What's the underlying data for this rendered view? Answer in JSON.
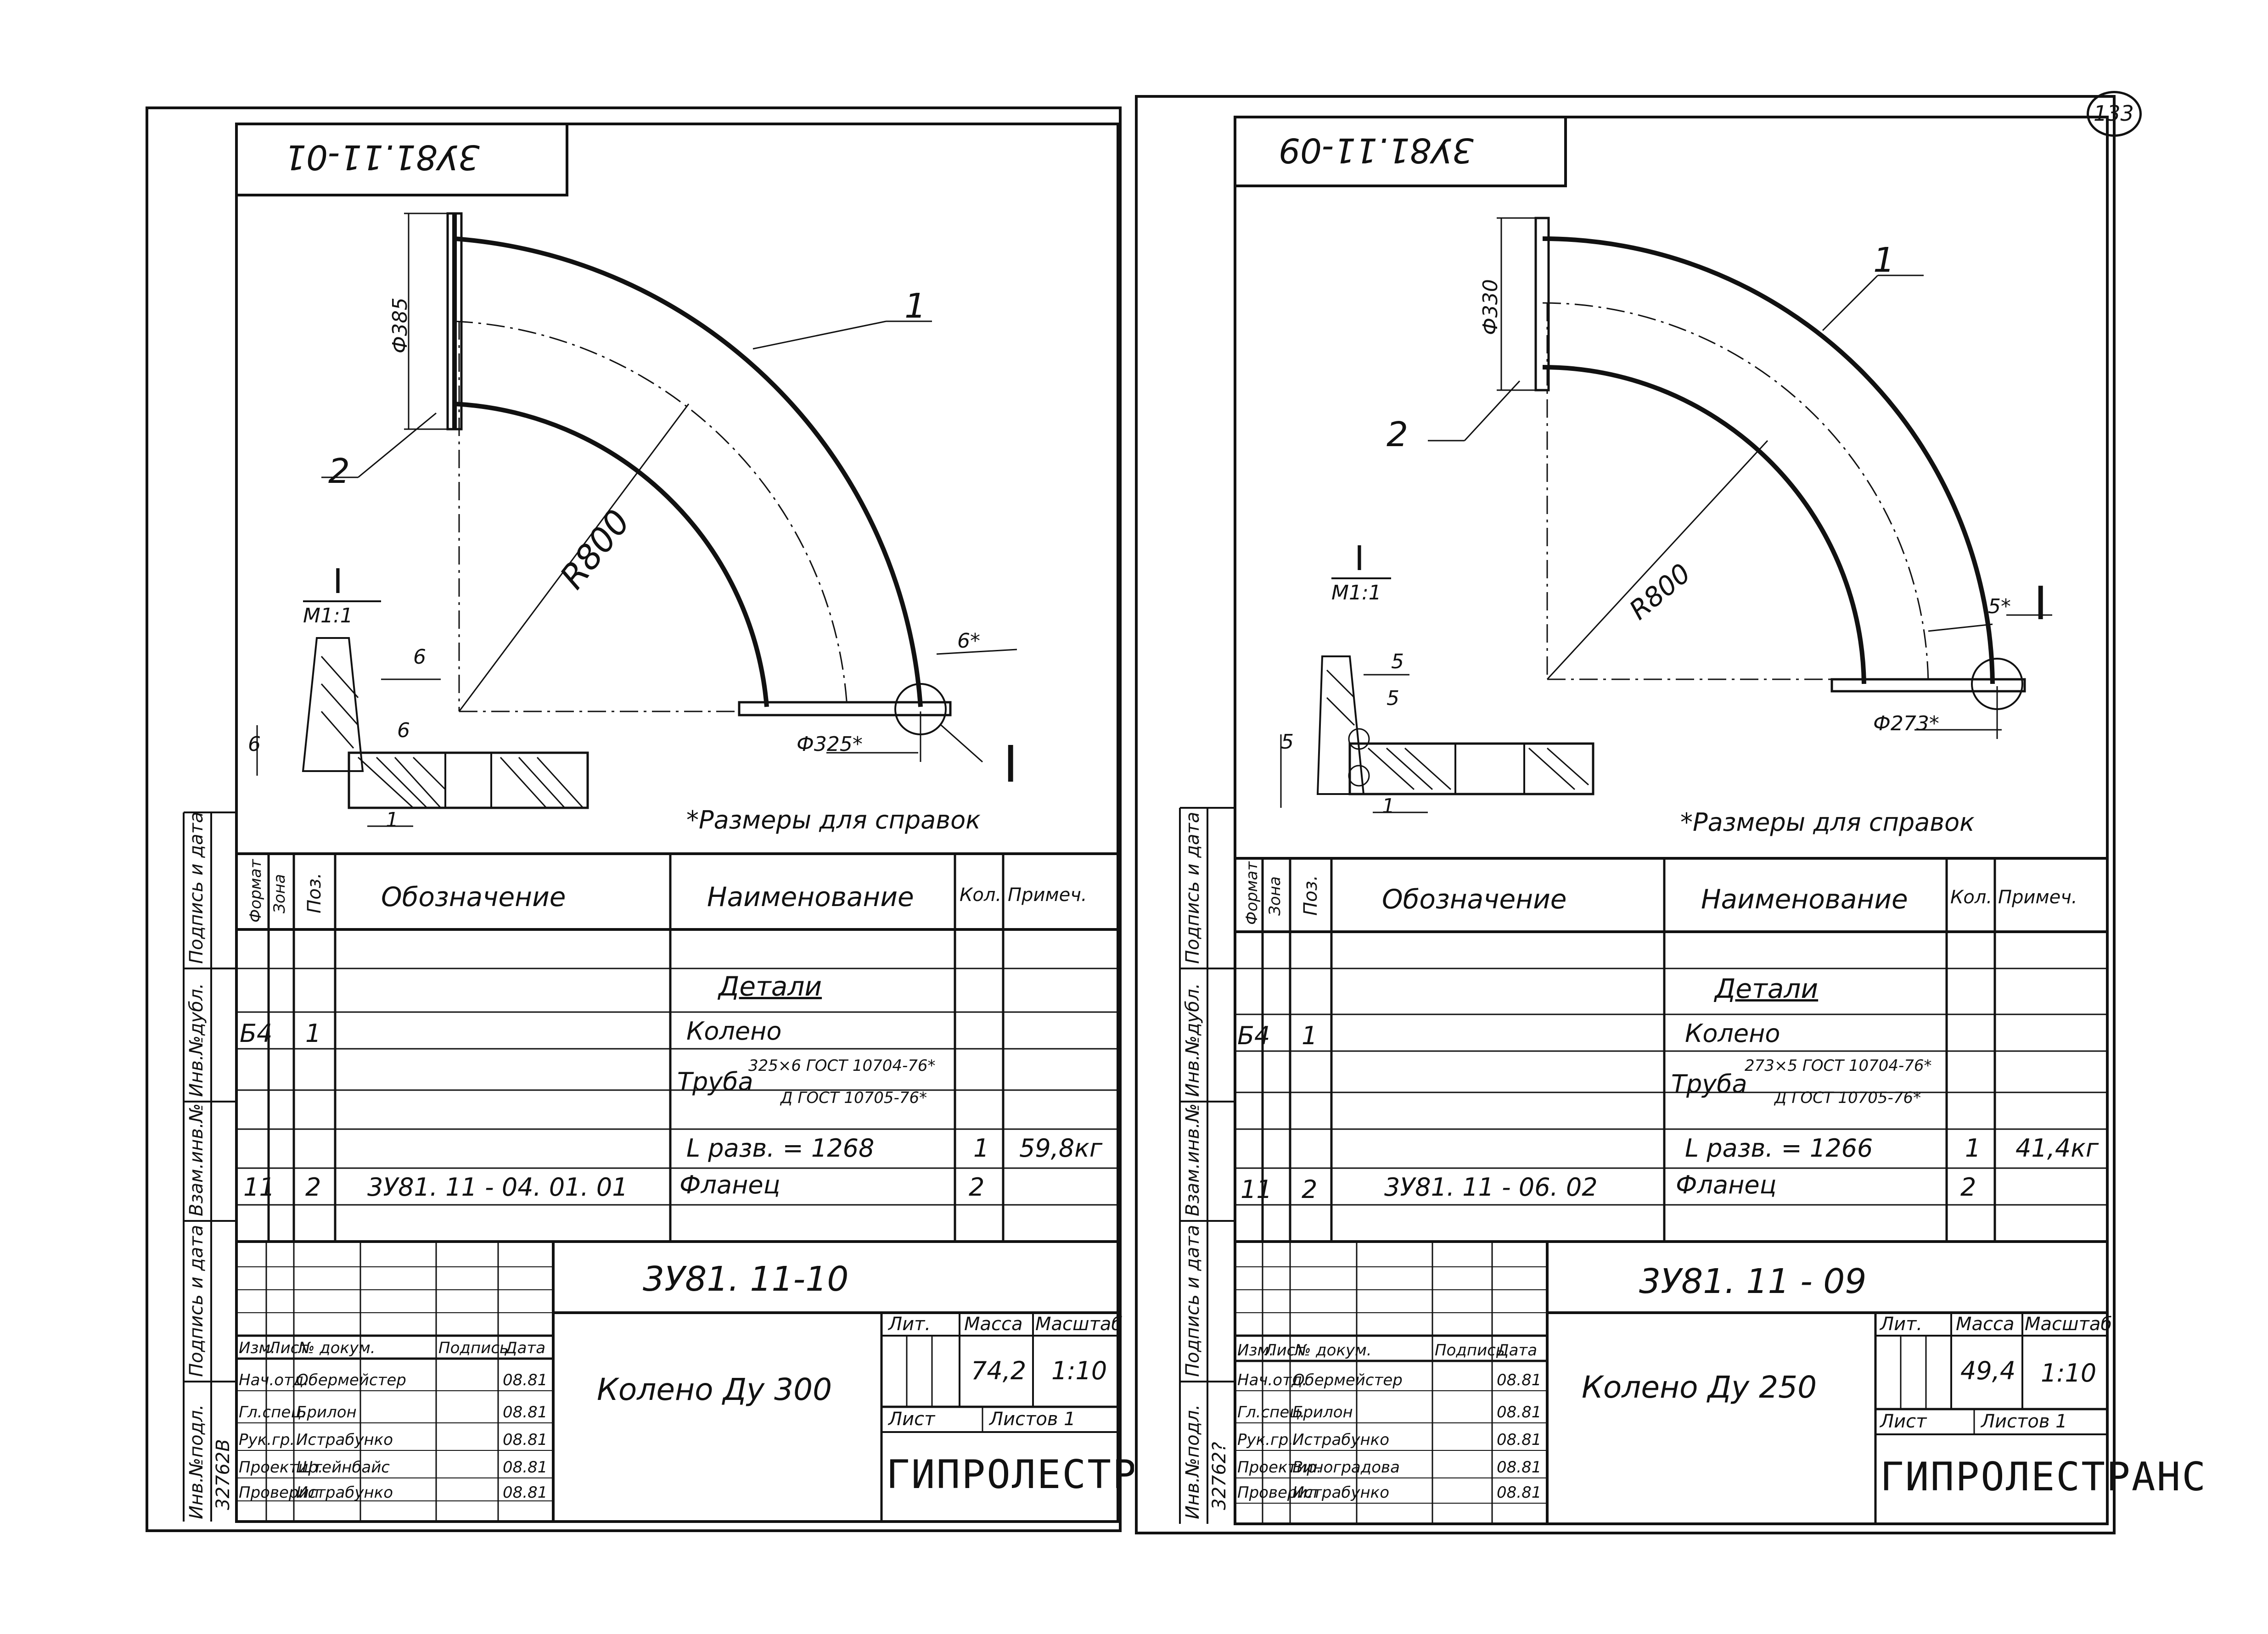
{
  "page_number": "133",
  "sheets": [
    {
      "stamp_top": "3У81.11-01",
      "dims": {
        "flange_dia": "Ф385",
        "radius": "R800",
        "thickness": "6*",
        "pipe_dia": "Ф325*",
        "detail_a": "6",
        "detail_b": "6",
        "detail_c": "6",
        "detail_d": "1"
      },
      "detail_mark": "I",
      "detail_title": "I",
      "detail_scale": "М1:1",
      "pos_1": "1",
      "pos_2": "2",
      "note": "*Размеры для справок",
      "side_labels": [
        "Подпись и дата",
        "Инв.№дубл.",
        "Взам.инв.№",
        "Подпись и дата",
        "Инв.№подл."
      ],
      "inv_number": "32762В",
      "table": {
        "headers": {
          "format": "Формат",
          "zone": "Зона",
          "pos": "Поз.",
          "designation": "Обозначение",
          "name": "Наименование",
          "qty": "Кол.",
          "note": "Примеч."
        },
        "section": "Детали",
        "rows": [
          {
            "format": "Б4",
            "pos": "1",
            "designation": "",
            "name": "Колено",
            "qty": "",
            "note": ""
          },
          {
            "format": "",
            "pos": "",
            "designation": "",
            "name_prefix": "Труба",
            "name_line1": "325×6 ГОСТ 10704-76*",
            "name_line2": "Д ГОСТ 10705-76*",
            "qty": "",
            "note": ""
          },
          {
            "format": "",
            "pos": "",
            "designation": "",
            "name": "L разв. = 1268",
            "qty": "1",
            "note": "59,8кг"
          },
          {
            "format": "11",
            "pos": "2",
            "designation": "3У81. 11 - 04. 01. 01",
            "name": "Фланец",
            "qty": "2",
            "note": ""
          }
        ]
      },
      "title_block": {
        "doc_code": "3У81. 11-10",
        "col_headers": [
          "Изм.",
          "Лист",
          "№ докум.",
          "Подпись",
          "Дата"
        ],
        "roles": [
          "Нач.отд.",
          "Гл.спец.",
          "Рук.гр.",
          "Проектир.",
          "Проверил"
        ],
        "names": [
          "Обермейстер",
          "Брилон",
          "Истрабунко",
          "Штейнбайс",
          "Истрабунко"
        ],
        "dates": [
          "08.81",
          "08.81",
          "08.81",
          "08.81",
          "08.81"
        ],
        "title": "Колено Ду 300",
        "lit_label": "Лит.",
        "mass_label": "Масса",
        "scale_label": "Масштаб",
        "mass": "74,2",
        "scale": "1:10",
        "sheet_label": "Лист",
        "sheets_label": "Листов 1",
        "org": "ГИПРОЛЕСТРАНС"
      }
    },
    {
      "stamp_top": "3У81.11-09",
      "dims": {
        "flange_dia": "Ф330",
        "radius": "R800",
        "thickness": "5*",
        "pipe_dia": "Ф273*",
        "detail_a": "5",
        "detail_b": "5",
        "detail_c": "5",
        "detail_d": "1"
      },
      "detail_mark": "I",
      "detail_title": "I",
      "detail_scale": "М1:1",
      "pos_1": "1",
      "pos_2": "2",
      "note": "*Размеры для справок",
      "side_labels": [
        "Подпись и дата",
        "Инв.№дубл.",
        "Взам.инв.№",
        "Подпись и дата",
        "Инв.№подл."
      ],
      "inv_number": "32762?",
      "table": {
        "headers": {
          "format": "Формат",
          "zone": "Зона",
          "pos": "Поз.",
          "designation": "Обозначение",
          "name": "Наименование",
          "qty": "Кол.",
          "note": "Примеч."
        },
        "section": "Детали",
        "rows": [
          {
            "format": "Б4",
            "pos": "1",
            "designation": "",
            "name": "Колено",
            "qty": "",
            "note": ""
          },
          {
            "format": "",
            "pos": "",
            "designation": "",
            "name_prefix": "Труба",
            "name_line1": "273×5 ГОСТ 10704-76*",
            "name_line2": "Д ГОСТ 10705-76*",
            "qty": "",
            "note": ""
          },
          {
            "format": "",
            "pos": "",
            "designation": "",
            "name": "L разв. = 1266",
            "qty": "1",
            "note": "41,4кг"
          },
          {
            "format": "11",
            "pos": "2",
            "designation": "3У81. 11 - 06. 02",
            "name": "Фланец",
            "qty": "2",
            "note": ""
          }
        ]
      },
      "title_block": {
        "doc_code": "3У81. 11 - 09",
        "col_headers": [
          "Изм.",
          "Лист",
          "№ докум.",
          "Подпись",
          "Дата"
        ],
        "roles": [
          "Нач.отд.",
          "Гл.спец.",
          "Рук.гр.",
          "Проектир.",
          "Проверил"
        ],
        "names": [
          "Обермейстер",
          "Брилон",
          "Истрабунко",
          "Виноградова",
          "Истрабунко"
        ],
        "dates": [
          "08.81",
          "08.81",
          "08.81",
          "08.81",
          "08.81"
        ],
        "title": "Колено Ду 250",
        "lit_label": "Лит.",
        "mass_label": "Масса",
        "scale_label": "Масштаб",
        "mass": "49,4",
        "scale": "1:10",
        "sheet_label": "Лист",
        "sheets_label": "Листов 1",
        "org": "ГИПРОЛЕСТРАНС"
      }
    }
  ]
}
